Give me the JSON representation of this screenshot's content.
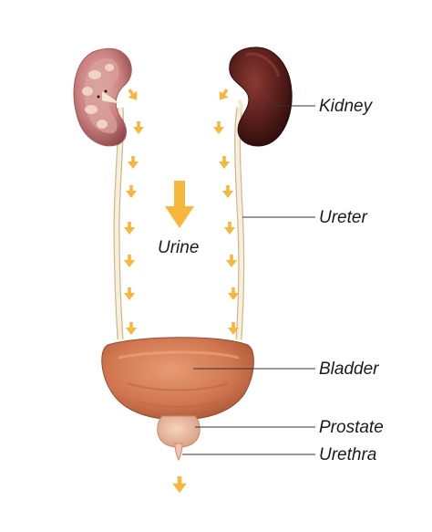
{
  "labels": {
    "kidney": "Kidney",
    "ureter": "Ureter",
    "urine": "Urine",
    "bladder": "Bladder",
    "prostate": "Prostate",
    "urethra": "Urethra"
  },
  "colors": {
    "arrow": "#f6b73c",
    "kidney_left": "#c97f7d",
    "kidney_right": "#5a1f1c",
    "ureter": "#f4ead3",
    "bladder": "#d0764f",
    "prostate": "#eab89c",
    "leader_line": "#333333"
  },
  "icons": {
    "flow_arrow": "down-arrow-icon",
    "big_arrow": "large-down-arrow-icon"
  }
}
